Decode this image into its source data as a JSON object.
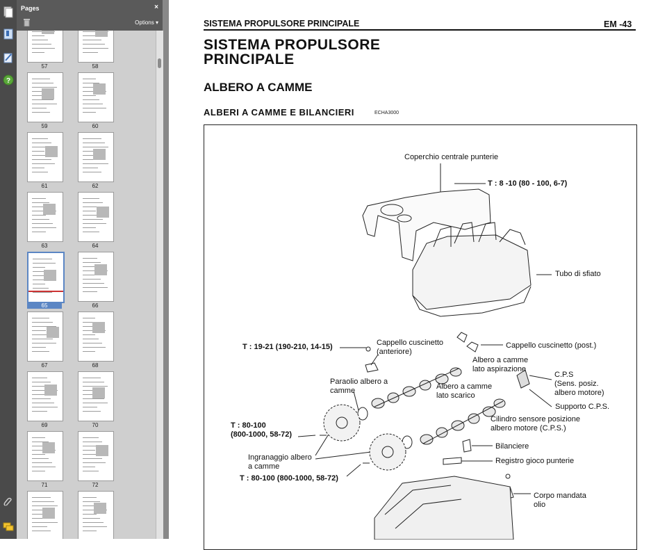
{
  "pages_panel": {
    "title": "Pages",
    "close": "×",
    "options": "Options",
    "options_arrow": "▾",
    "thumbnails": [
      {
        "label": "57"
      },
      {
        "label": "58"
      },
      {
        "label": "59"
      },
      {
        "label": "60"
      },
      {
        "label": "61"
      },
      {
        "label": "62"
      },
      {
        "label": "63"
      },
      {
        "label": "64"
      },
      {
        "label": "65",
        "selected": true
      },
      {
        "label": "66"
      },
      {
        "label": "67"
      },
      {
        "label": "68"
      },
      {
        "label": "69"
      },
      {
        "label": "70"
      },
      {
        "label": "71"
      },
      {
        "label": "72"
      },
      {
        "label": ""
      },
      {
        "label": ""
      }
    ]
  },
  "document": {
    "running_header": "SISTEMA PROPULSORE PRINCIPALE",
    "page_ref": "EM -43",
    "title_line1": "SISTEMA PROPULSORE",
    "title_line2": "PRINCIPALE",
    "section": "ALBERO A CAMME",
    "subsection": "ALBERI A CAMME E BILANCIERI",
    "code": "ECHA3000",
    "figure_labels": {
      "cover": "Coperchio centrale punterie",
      "torque_top": "T : 8 -10 (80 - 100, 6-7)",
      "breather": "Tubo di sfiato",
      "torque_cap": "T : 19-21 (190-210, 14-15)",
      "cap_front": "Cappello cuscinetto\n(anteriore)",
      "cap_rear": "Cappello cuscinetto (post.)",
      "cam_intake": "Albero a camme\nlato aspirazione",
      "cps": "C.P.S\n(Sens. posiz.\nalbero motore)",
      "oil_seal": "Paraolio albero a\ncamme",
      "cam_exhaust": "Albero a camme\nlato scarico",
      "cps_support": "Supporto C.P.S.",
      "cps_cylinder": "Cilindro sensore posizione\nalbero motore (C.P.S.)",
      "torque_gear1": "T : 80-100\n(800-1000, 58-72)",
      "rocker": "Bilanciere",
      "lash_adjuster": "Registro gioco punterie",
      "gear": "Ingranaggio albero\na camme",
      "torque_gear2": "T : 80-100 (800-1000, 58-72)",
      "oil_housing": "Corpo mandata\nolio"
    }
  },
  "colors": {
    "toolbar": "#4a4a4a",
    "panel_header": "#5a5a5a",
    "selection": "#5b86c4",
    "selection_mark": "#cc3333"
  },
  "icons": [
    "pages-icon",
    "bookmarks-icon",
    "signatures-icon",
    "help-icon",
    "attachment-icon",
    "comments-icon",
    "trash-icon"
  ]
}
